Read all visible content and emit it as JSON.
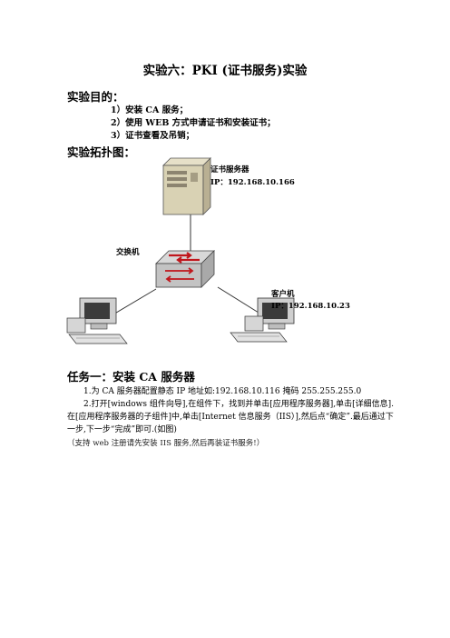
{
  "doc": {
    "title": "实验六：PKI (证书服务)实验",
    "section_purpose": "实验目的：",
    "purpose_items": [
      "1）安装 CA 服务；",
      "2）使用 WEB 方式申请证书和安装证书；",
      "3）证书查看及吊销；"
    ],
    "section_topology": "实验拓扑图：",
    "diagram": {
      "server_name": "证书服务器",
      "server_ip": "IP：192.168.10.166",
      "switch_name": "交换机",
      "client_name": "客户机",
      "client_ip": "IP：192.168.10.23"
    },
    "task1_heading": "任务一：安装 CA 服务器",
    "task1_line1": "1.为 CA 服务器配置静态 IP 地址如:192.168.10.116  掩码 255.255.255.0",
    "task1_line2": "2.打开[windows 组件向导],在组件下，找到并单击[应用程序服务器],单击[详细信息].",
    "task1_line3": "在[应用程序服务器的子组件]中,单击[Internet 信息服务（IIS）],然后点“确定”.最后通过下",
    "task1_line4": "一步,下一步“完成”即可.(如图)",
    "task1_note": "（支持 web 注册请先安装 IIS 服务,然后再装证书服务!）"
  }
}
